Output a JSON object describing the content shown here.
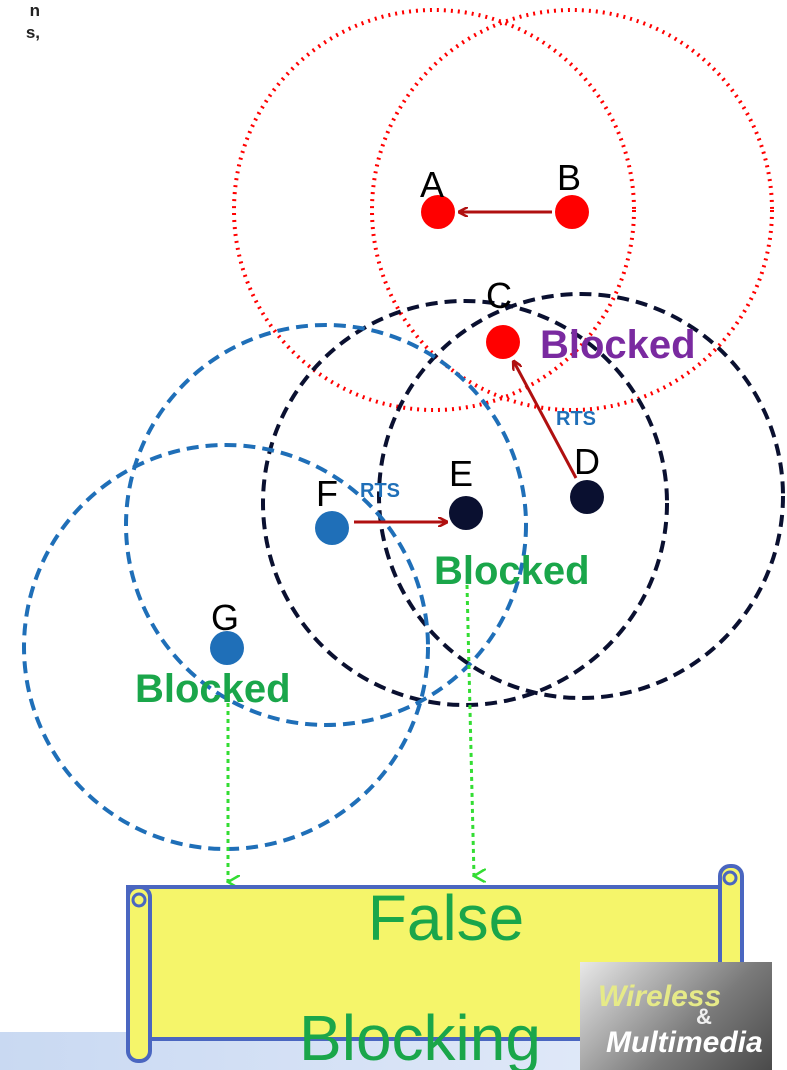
{
  "corner_text": {
    "line1": "n",
    "line2": "s,"
  },
  "nodes": {
    "A": "A",
    "B": "B",
    "C": "C",
    "D": "D",
    "E": "E",
    "F": "F",
    "G": "G"
  },
  "rts_labels": {
    "d_to_c": "RTS",
    "f_to_e": "RTS"
  },
  "blocked_labels": {
    "c": "Blocked",
    "e": "Blocked",
    "g": "Blocked"
  },
  "scroll": {
    "line1": "False",
    "line2": "Blocking"
  },
  "logo": {
    "line1": "Wireless",
    "line2": "Multimedia",
    "amp": "&"
  },
  "colors": {
    "red": "#ff0000",
    "navy": "#0a1030",
    "blue": "#1f6fb8",
    "arrow": "#b01010",
    "green": "#1aa64a",
    "purple": "#7a2aa0",
    "rts_blue": "#1f6fb8",
    "scroll_fill": "#f5f56a",
    "scroll_border": "#4a66c0",
    "dotted_green": "#33dd33"
  }
}
